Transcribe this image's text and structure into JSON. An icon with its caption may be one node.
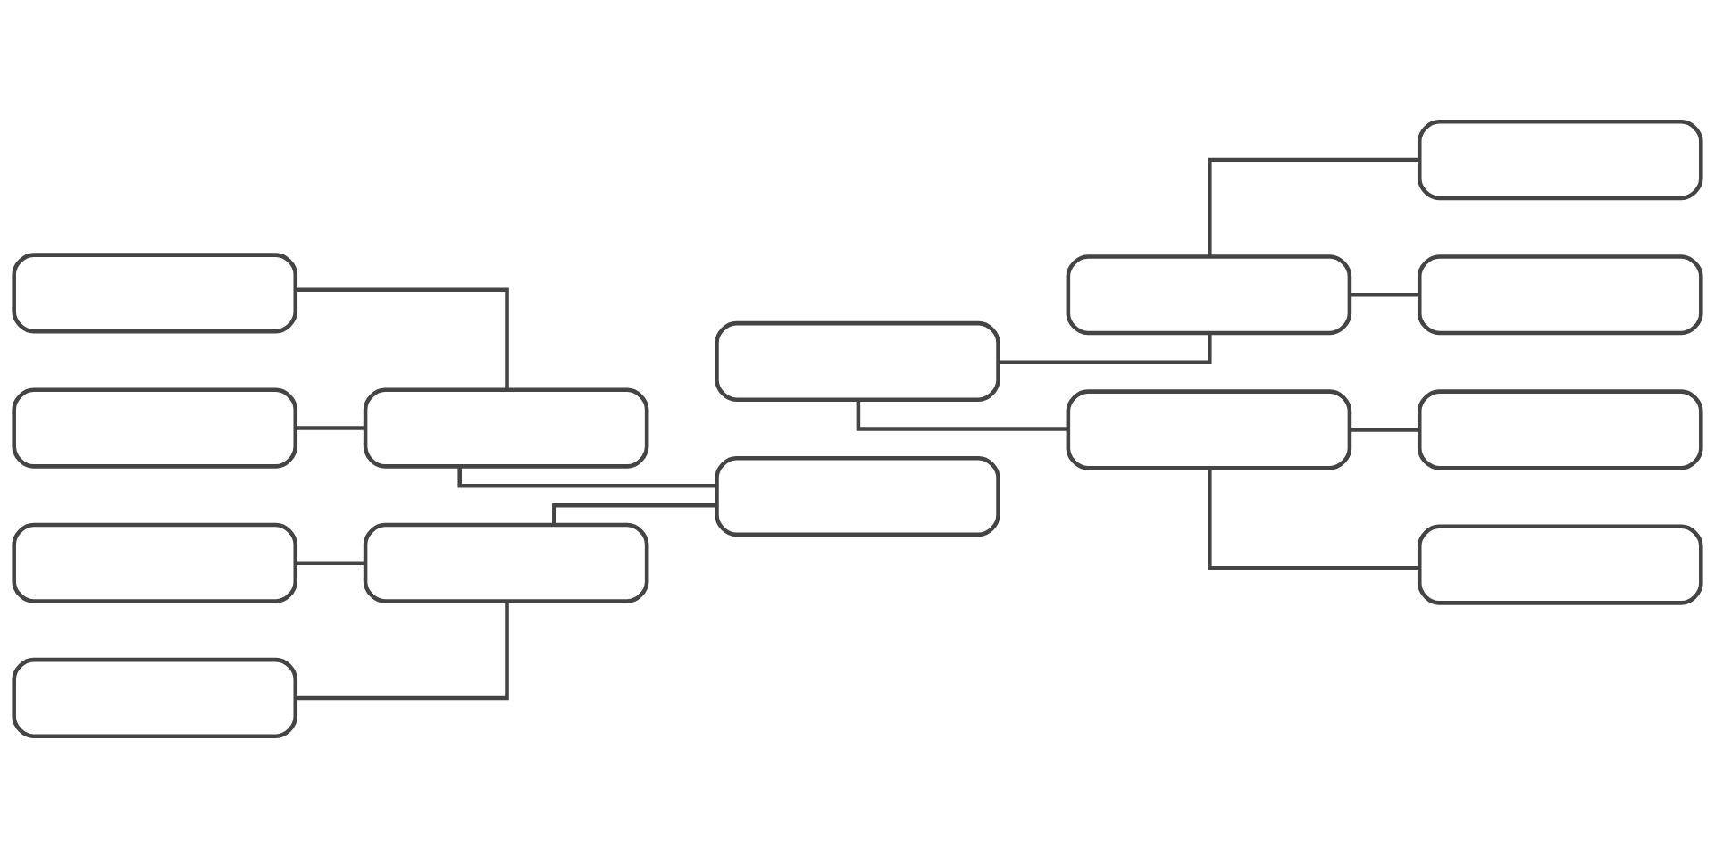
{
  "diagram": {
    "nodes": [
      {
        "text": [],
        "shape": "box"
      },
      {
        "text": [],
        "shape": "box"
      },
      {
        "text": [],
        "shape": "box"
      },
      {
        "text": [],
        "shape": "box"
      },
      {
        "text": [],
        "shape": "box"
      },
      {
        "text": [],
        "shape": "box"
      },
      {
        "text": [],
        "shape": "box"
      },
      {
        "text": [],
        "shape": "box"
      },
      {
        "text": [],
        "shape": "box"
      },
      {
        "text": [],
        "shape": "box"
      },
      {
        "text": [],
        "shape": "box"
      },
      {
        "text": [],
        "shape": "box"
      },
      {
        "text": [],
        "shape": "box"
      },
      {
        "text": [],
        "shape": "box"
      }
    ],
    "edges": [
      {
        "from": 0,
        "to": 4,
        "arrow": "none"
      },
      {
        "from": 1,
        "to": 4,
        "arrow": "none"
      },
      {
        "from": 2,
        "to": 5,
        "arrow": "none"
      },
      {
        "from": 3,
        "to": 5,
        "arrow": "none"
      },
      {
        "from": 4,
        "to": 7,
        "arrow": "none"
      },
      {
        "from": 5,
        "to": 7,
        "arrow": "none"
      },
      {
        "from": 6,
        "to": 8,
        "arrow": "none"
      },
      {
        "from": 6,
        "to": 9,
        "arrow": "none"
      },
      {
        "from": 8,
        "to": 10,
        "arrow": "none"
      },
      {
        "from": 8,
        "to": 11,
        "arrow": "none"
      },
      {
        "from": 9,
        "to": 12,
        "arrow": "none"
      },
      {
        "from": 9,
        "to": 13,
        "arrow": "none"
      }
    ]
  }
}
